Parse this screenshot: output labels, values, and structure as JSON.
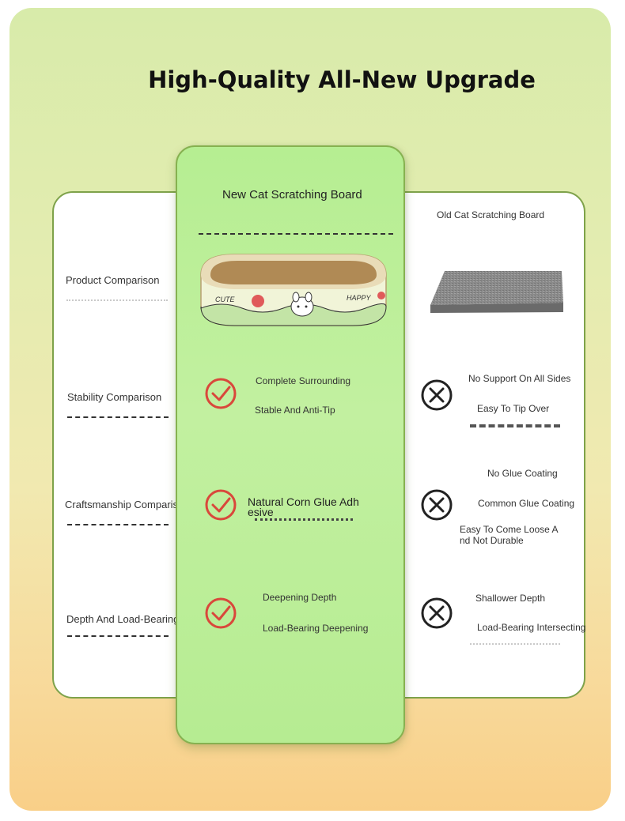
{
  "title": "High-Quality All-New Upgrade",
  "new_board": {
    "heading": "New Cat Scratching Board",
    "product_labels": [
      "CUTE",
      "HAPPY"
    ],
    "rows": [
      {
        "lines": [
          "Complete Surrounding",
          "Stable And Anti-Tip"
        ],
        "icon": "check-circle-icon"
      },
      {
        "lines": [
          "Natural Corn Glue Adh",
          "esive"
        ],
        "icon": "check-circle-icon"
      },
      {
        "lines": [
          "Deepening Depth",
          "Load-Bearing Deepening"
        ],
        "icon": "check-circle-icon"
      }
    ]
  },
  "old_board": {
    "heading": "Old Cat Scratching Board",
    "rows": [
      {
        "lines": [
          "No Support On All Sides",
          "Easy To Tip Over"
        ],
        "icon": "x-circle-icon"
      },
      {
        "lines": [
          "No Glue Coating",
          "Common Glue Coating",
          "Easy To Come Loose A",
          "nd Not Durable"
        ],
        "icon": "x-circle-icon"
      },
      {
        "lines": [
          "Shallower Depth",
          "Load-Bearing Intersecting"
        ],
        "icon": "x-circle-icon"
      }
    ]
  },
  "comparisons": [
    "Product Comparison",
    "Stability Comparison",
    "Craftsmanship Comparison",
    "Depth And Load-Bearing"
  ],
  "colors": {
    "check": "#d9483b",
    "cross": "#222222",
    "panel_border": "#7ea24a",
    "center_fill": "#bdef9a"
  }
}
